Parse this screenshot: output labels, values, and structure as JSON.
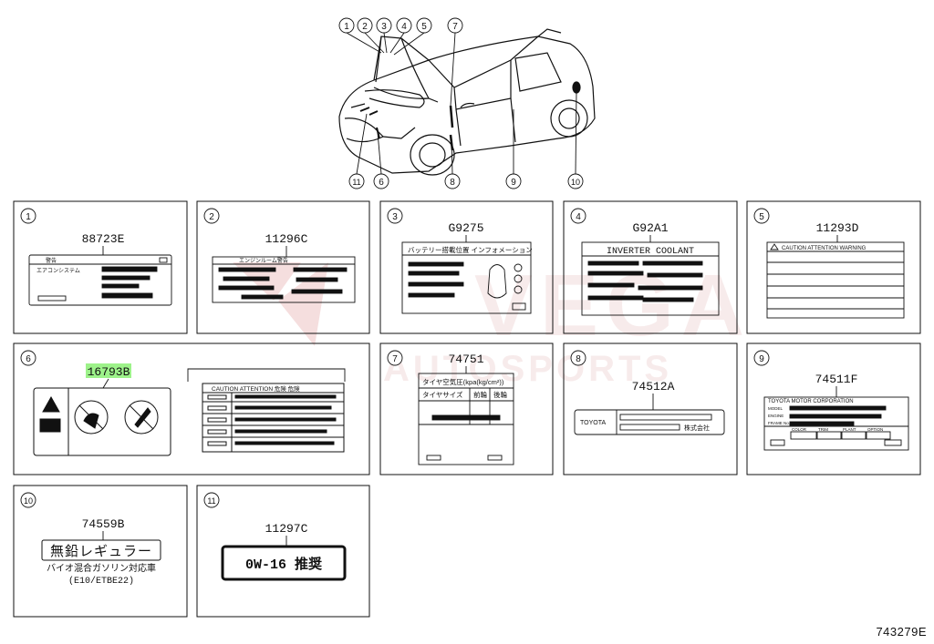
{
  "car_callouts": [
    "1",
    "2",
    "3",
    "4",
    "5",
    "7",
    "11",
    "6",
    "8",
    "9",
    "10"
  ],
  "watermark": {
    "brand": "VEGA",
    "sub": "AUTOSPORTS"
  },
  "panels": [
    {
      "number": "1",
      "part": "88723E",
      "label_lines": [
        "警告",
        "エアコンシステム"
      ]
    },
    {
      "number": "2",
      "part": "11296C",
      "label_lines": [
        "エンジンルーム警告"
      ]
    },
    {
      "number": "3",
      "part": "G9275",
      "label_lines": [
        "バッテリー搭載位置 インフォメーション"
      ]
    },
    {
      "number": "4",
      "part": "G92A1",
      "label_lines": [
        "INVERTER COOLANT"
      ]
    },
    {
      "number": "5",
      "part": "11293D",
      "label_lines": [
        "CAUTION ATTENTION WARNING"
      ]
    },
    {
      "number": "6",
      "part": "16793B",
      "label_lines": [
        "CAUTION ATTENTION 危険 危険"
      ]
    },
    {
      "number": "7",
      "part": "74751",
      "label_lines": [
        "タイヤ空気圧(kpa(kg/cm²))",
        "タイヤサイズ",
        "前輪",
        "後輪"
      ]
    },
    {
      "number": "8",
      "part": "74512A",
      "label_lines": [
        "TOYOTA",
        "株式会社"
      ]
    },
    {
      "number": "9",
      "part": "74511F",
      "label_lines": [
        "TOYOTA MOTOR CORPORATION",
        "MODEL",
        "ENGINE",
        "FRAME No.",
        "COLOR",
        "TRIM",
        "PLANT",
        "OPTION"
      ]
    },
    {
      "number": "10",
      "part": "74559B",
      "label_lines": [
        "無鉛レギュラー",
        "バイオ混合ガソリン対応車",
        "(E10/ETBE22)"
      ]
    },
    {
      "number": "11",
      "part": "11297C",
      "label_lines": [
        "0W-16 推奨"
      ]
    }
  ],
  "diagram_id": "743279E",
  "colors": {
    "highlight": "#9df28a",
    "line": "#111111",
    "watermark": "#f2c9c9"
  }
}
